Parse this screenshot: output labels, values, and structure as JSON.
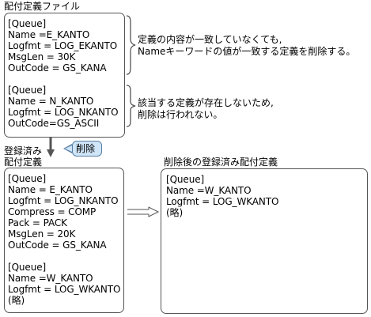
{
  "top_section": {
    "title": "配付定義ファイル",
    "queue_a": {
      "lines": [
        "[Queue]",
        "Name =E_KANTO",
        "Logfmt = LOG_EKANTO",
        "MsgLen = 30K",
        "OutCode = GS_KANA"
      ],
      "note": [
        "定義の内容が一致していなくても,",
        "Nameキーワードの値が一致する定義を削除する。"
      ]
    },
    "queue_b": {
      "lines": [
        "[Queue]",
        "Name = N_KANTO",
        "Logfmt = LOG_NKANTO",
        "OutCode=GS_ASCII"
      ],
      "note": [
        "該当する定義が存在しないため,",
        "削除は行われない。"
      ]
    }
  },
  "delete_badge": {
    "label": "削除"
  },
  "registered_section": {
    "title": [
      "登録済み",
      "配付定義"
    ],
    "queue_a": [
      "[Queue]",
      "Name = E_KANTO",
      "Logfmt = LOG_NKANTO",
      "Compress = COMP",
      "Pack = PACK",
      "MsgLen = 20K",
      "OutCode = GS_KANA"
    ],
    "queue_b": [
      "[Queue]",
      "Name =W_KANTO",
      "Logfmt = LOG_WKANTO",
      "(略)"
    ]
  },
  "result_section": {
    "title": "削除後の登録済み配付定義",
    "lines": [
      "[Queue]",
      "Name =W_KANTO",
      "Logfmt = LOG_WKANTO",
      "(略)"
    ]
  },
  "colors": {
    "border": "#555555",
    "badge_fill": "#cfe5f8",
    "badge_border": "#5a7fa3",
    "connector_arrow": "#555555",
    "hollow_arrow": "#555555"
  }
}
